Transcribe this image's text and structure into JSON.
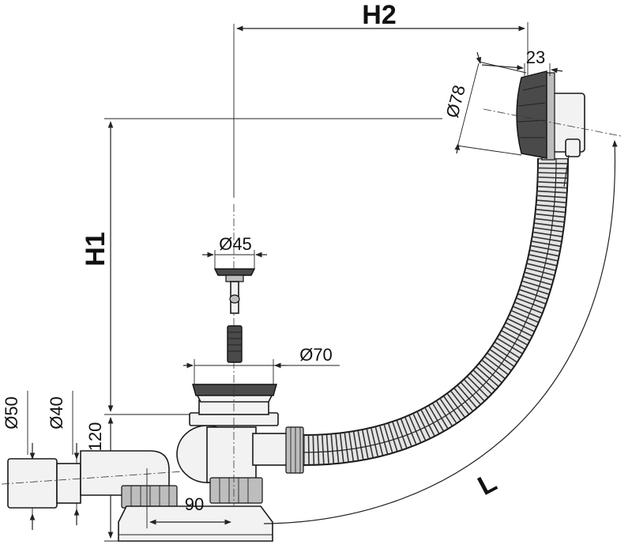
{
  "diagram": {
    "dimensions": {
      "h2": "H2",
      "h1": "H1",
      "l": "L",
      "d78": "Ø78",
      "d23": "23",
      "d45": "Ø45",
      "d70": "Ø70",
      "d50": "Ø50",
      "d40": "Ø40",
      "d120": "120",
      "d90": "90"
    },
    "colors": {
      "line": "#222222",
      "part_fill": "#f2f2f2",
      "dark_fill": "#4a4a4a",
      "hose_fill": "#d0d0d0"
    }
  }
}
